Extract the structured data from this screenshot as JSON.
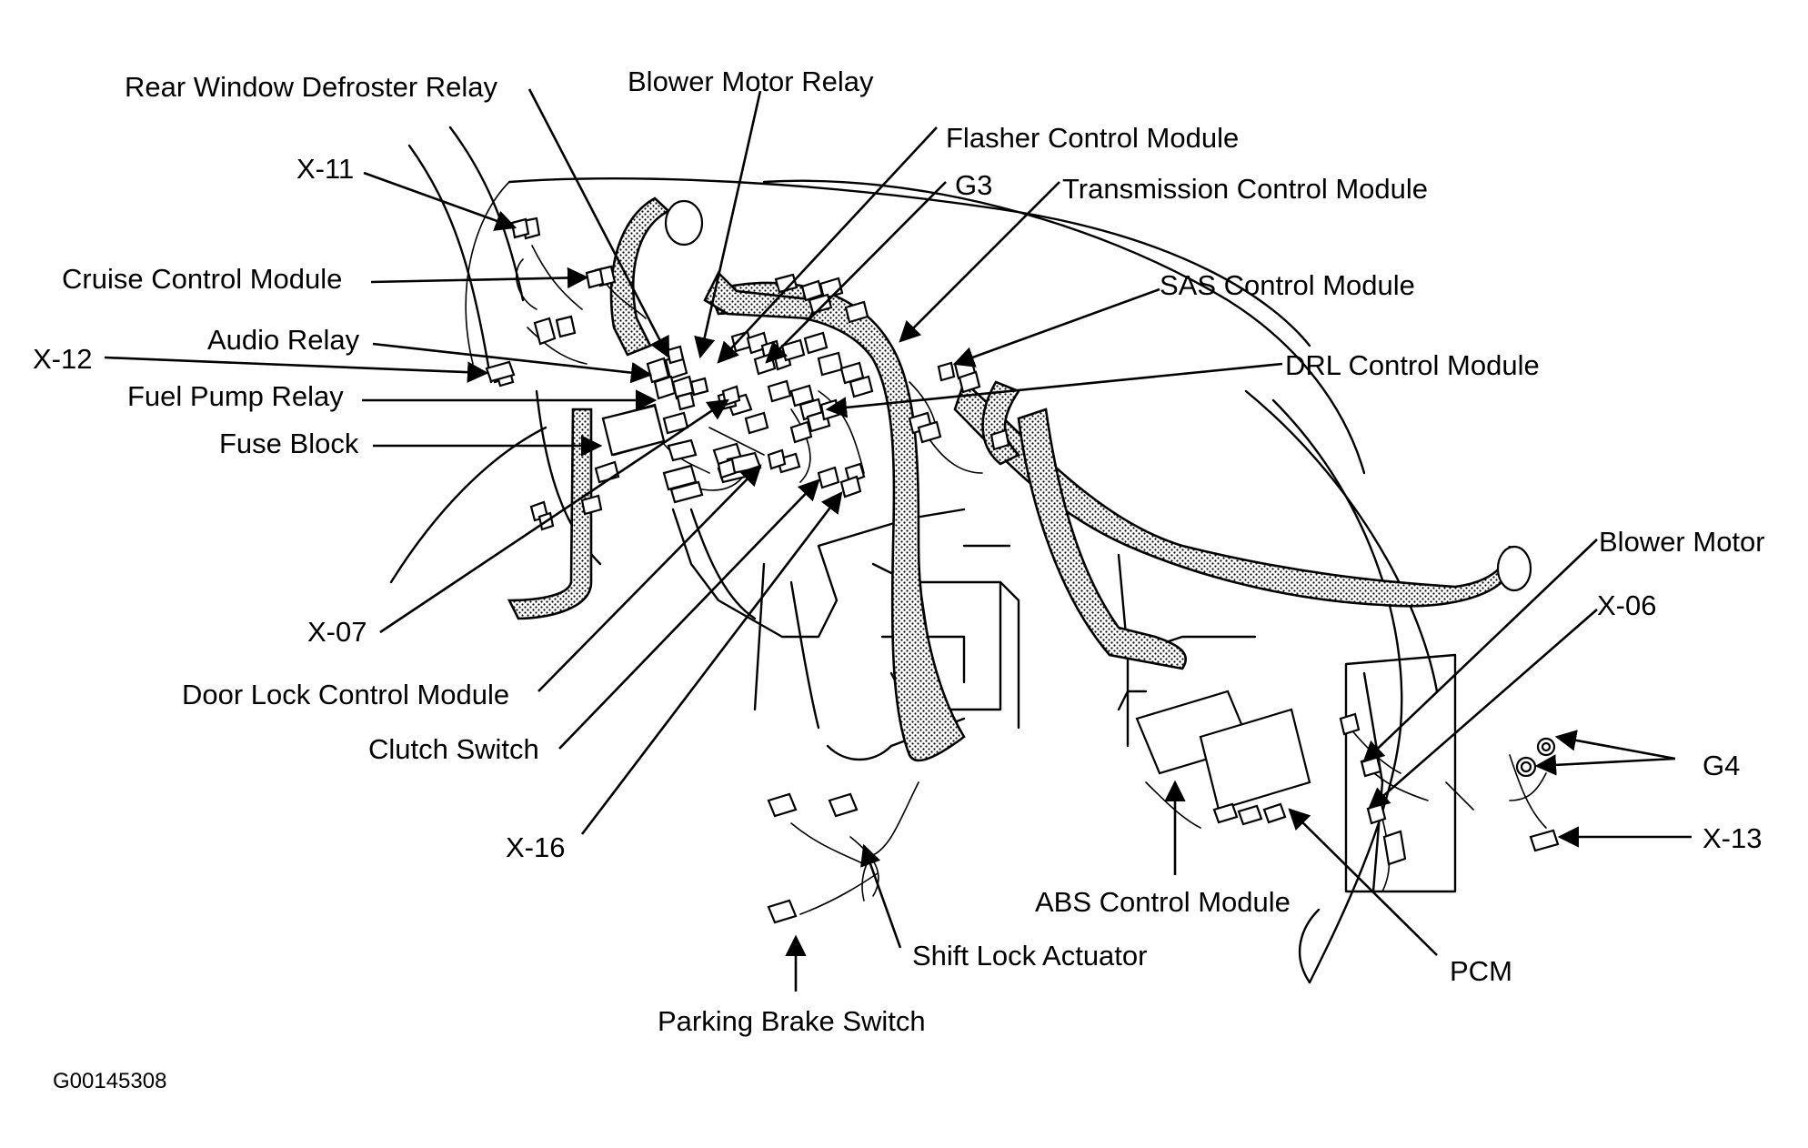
{
  "labels": {
    "rear_window_defroster_relay": "Rear Window Defroster Relay",
    "blower_motor_relay": "Blower Motor Relay",
    "flasher_control_module": "Flasher Control Module",
    "x11": "X-11",
    "g3": "G3",
    "transmission_control_module": "Transmission Control Module",
    "cruise_control_module": "Cruise Control Module",
    "sas_control_module": "SAS Control Module",
    "audio_relay": "Audio Relay",
    "x12": "X-12",
    "drl_control_module": "DRL Control Module",
    "fuel_pump_relay": "Fuel Pump Relay",
    "fuse_block": "Fuse Block",
    "blower_motor": "Blower Motor",
    "x06": "X-06",
    "x07": "X-07",
    "door_lock_control_module": "Door Lock Control Module",
    "g4": "G4",
    "clutch_switch": "Clutch Switch",
    "x13": "X-13",
    "x16": "X-16",
    "abs_control_module": "ABS Control Module",
    "shift_lock_actuator": "Shift Lock Actuator",
    "pcm": "PCM",
    "parking_brake_switch": "Parking Brake Switch"
  },
  "figure_code": "G00145308"
}
